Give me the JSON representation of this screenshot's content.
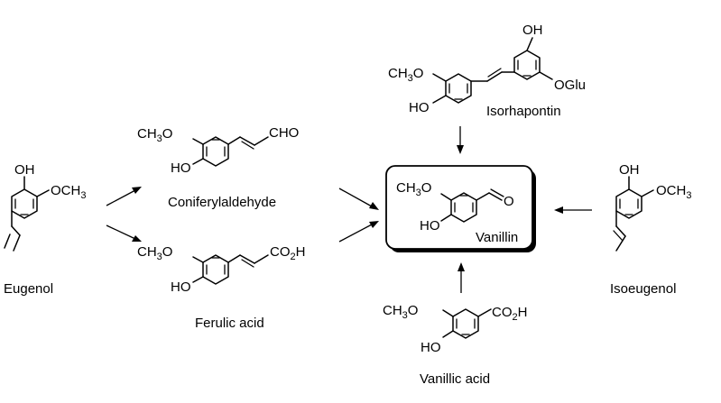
{
  "names": {
    "eugenol": "Eugenol",
    "coniferylaldehyde": "Coniferylaldehyde",
    "ferulic_acid": "Ferulic acid",
    "isorhapontin": "Isorhapontin",
    "vanillin": "Vanillin",
    "vanillic_acid": "Vanillic acid",
    "isoeugenol": "Isoeugenol"
  },
  "groups": {
    "OH": "OH",
    "OCH": "OCH",
    "CH": "CH",
    "O": "O",
    "HO": "HO",
    "CHO": "CHO",
    "CO": "CO",
    "H": "H",
    "OGlu": "OGlu",
    "sub3": "3",
    "sub2": "2"
  },
  "colors": {
    "ink": "#000000",
    "background": "#ffffff"
  }
}
